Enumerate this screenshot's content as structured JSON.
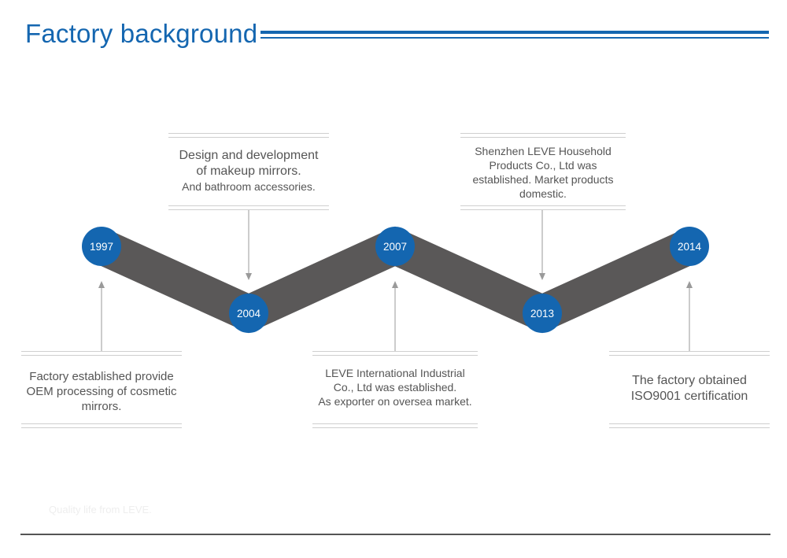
{
  "header": {
    "title": "Factory background"
  },
  "colors": {
    "accent": "#1466b0",
    "ribbon": "#5a5858",
    "node": "#1466b0",
    "text": "#555555"
  },
  "timeline": {
    "milestones": [
      {
        "year": "1997",
        "lines": [
          "Factory established provide",
          "OEM processing of cosmetic",
          "mirrors."
        ]
      },
      {
        "year": "2004",
        "lines": [
          "Design and development",
          "of makeup mirrors.",
          "And bathroom accessories."
        ]
      },
      {
        "year": "2007",
        "lines": [
          "LEVE International Industrial",
          "Co., Ltd was established.",
          "As exporter on oversea market."
        ]
      },
      {
        "year": "2013",
        "lines": [
          "Shenzhen LEVE Household",
          "Products Co., Ltd was",
          "established. Market products",
          "domestic."
        ]
      },
      {
        "year": "2014",
        "lines": [
          "The factory obtained",
          "ISO9001 certification"
        ]
      }
    ]
  },
  "footer": {
    "tagline": "Quality life from LEVE."
  }
}
